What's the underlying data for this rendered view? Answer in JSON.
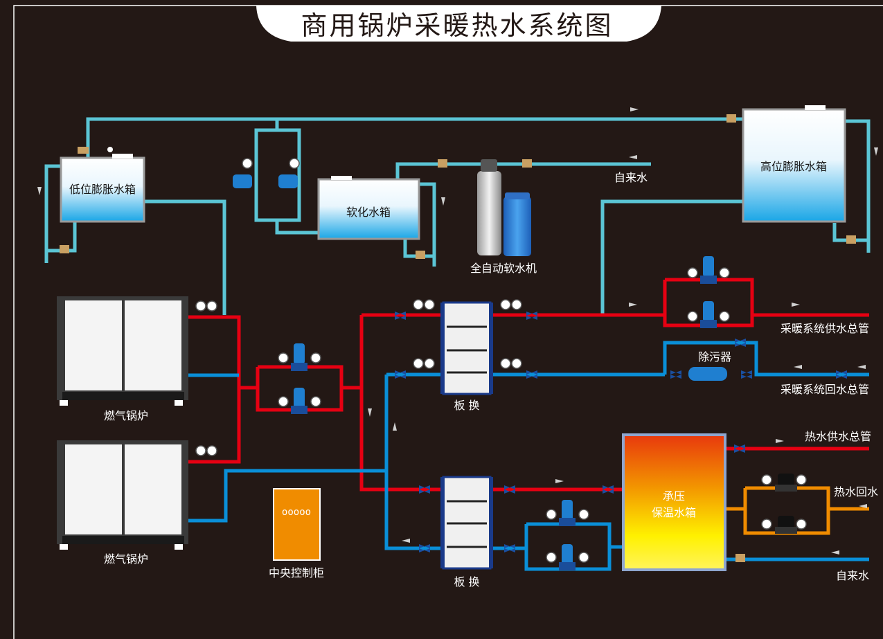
{
  "title": "商用锅炉采暖热水系统图",
  "labels": {
    "low_tank": "低位膨胀水箱",
    "softened_tank": "软化水箱",
    "high_tank": "高位膨胀水箱",
    "tap_water_top": "自来水",
    "softener": "全自动软水机",
    "boiler_1": "燃气锅炉",
    "boiler_2": "燃气锅炉",
    "control_cabinet": "中央控制柜",
    "hx_1": "板 换",
    "hx_2": "板 换",
    "heating_supply": "采暖系统供水总管",
    "heating_return": "采暖系统回水总管",
    "dirt_separator": "除污器",
    "hot_water_supply": "热水供水总管",
    "hot_water_return": "热水回水",
    "tap_water_bottom": "自来水",
    "storage_tank_line1": "承压",
    "storage_tank_line2": "保温水箱"
  },
  "colors": {
    "background": "#231815",
    "hot_pipe": "#e60012",
    "cold_pipe": "#0a8fd8",
    "aux_pipe": "#5bc5d5",
    "domestic_return": "#f08c00"
  }
}
